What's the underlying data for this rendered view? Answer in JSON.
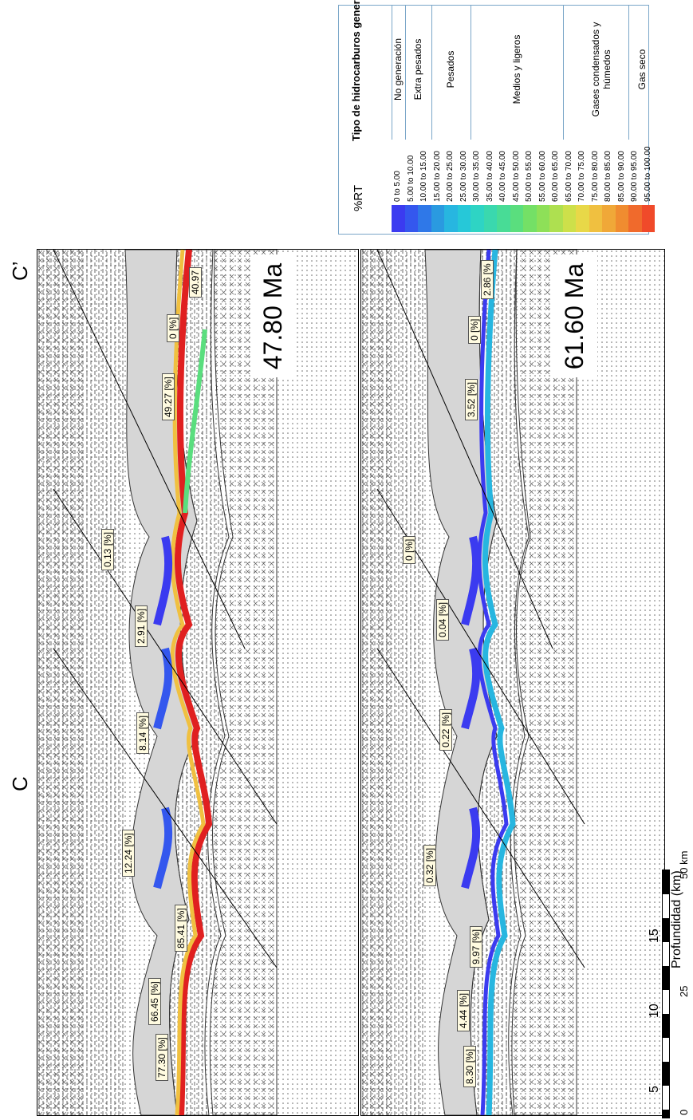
{
  "section": {
    "start_label": "C",
    "end_label": "C’"
  },
  "panels": [
    {
      "age": "47.80 Ma",
      "tags": [
        "77.30 [%]",
        "66.45 [%]",
        "85.41 [%]",
        "12.24 [%]",
        "8.14 [%]",
        "2.91 [%]",
        "0.13 [%]",
        "49.27 [%]",
        "0 [%]",
        "40.97"
      ]
    },
    {
      "age": "61.60 Ma",
      "tags": [
        "8.30 [%]",
        "4.44 [%]",
        "9.97 [%]",
        "0.32 [%]",
        "0.22 [%]",
        "0.04 [%]",
        "0 [%]",
        "3.52 [%]",
        "0 [%]",
        "2.86 [%"
      ]
    }
  ],
  "depth_axis": {
    "label": "Profundidad (km)",
    "ticks": [
      "5",
      "10",
      "15"
    ]
  },
  "scale_bar": {
    "ticks": [
      "0",
      "25",
      "50 km"
    ]
  },
  "legend": {
    "col1_title": "%RT",
    "col2_title": "Tipo de hidrocarburos generados",
    "ranges": [
      "0 to 5.00",
      "5.00 to 10.00",
      "10.00 to 15.00",
      "15.00 to 20.00",
      "20.00 to 25.00",
      "25.00 to 30.00",
      "30.00 to 35.00",
      "35.00 to 40.00",
      "40.00 to 45.00",
      "45.00 to 50.00",
      "50.00 to 55.00",
      "55.00 to 60.00",
      "60.00 to 65.00",
      "65.00 to 70.00",
      "70.00 to 75.00",
      "75.00 to 80.00",
      "80.00 to 85.00",
      "85.00 to 90.00",
      "90.00 to 95.00",
      "95.00 to 100.00"
    ],
    "colors": [
      "#3b3bf0",
      "#3457ee",
      "#2f78e8",
      "#2a9ae0",
      "#27b6e0",
      "#26c8d8",
      "#2ed4c4",
      "#3ad8ae",
      "#48dc96",
      "#5ade7e",
      "#74e066",
      "#8ee058",
      "#aee050",
      "#cde04a",
      "#e8d848",
      "#f0c040",
      "#f0a838",
      "#f08c30",
      "#f06a2c",
      "#f04a2a"
    ],
    "types": [
      {
        "label": "No generación",
        "span": [
          0,
          1
        ]
      },
      {
        "label": "Extra pesados",
        "span": [
          1,
          3
        ]
      },
      {
        "label": "Pesados",
        "span": [
          3,
          6
        ]
      },
      {
        "label": "Medios y ligeros",
        "span": [
          6,
          13
        ]
      },
      {
        "label": "Gases condensados y húmedos",
        "span": [
          13,
          18
        ]
      },
      {
        "label": "Gas seco",
        "span": [
          18,
          20
        ]
      }
    ]
  }
}
